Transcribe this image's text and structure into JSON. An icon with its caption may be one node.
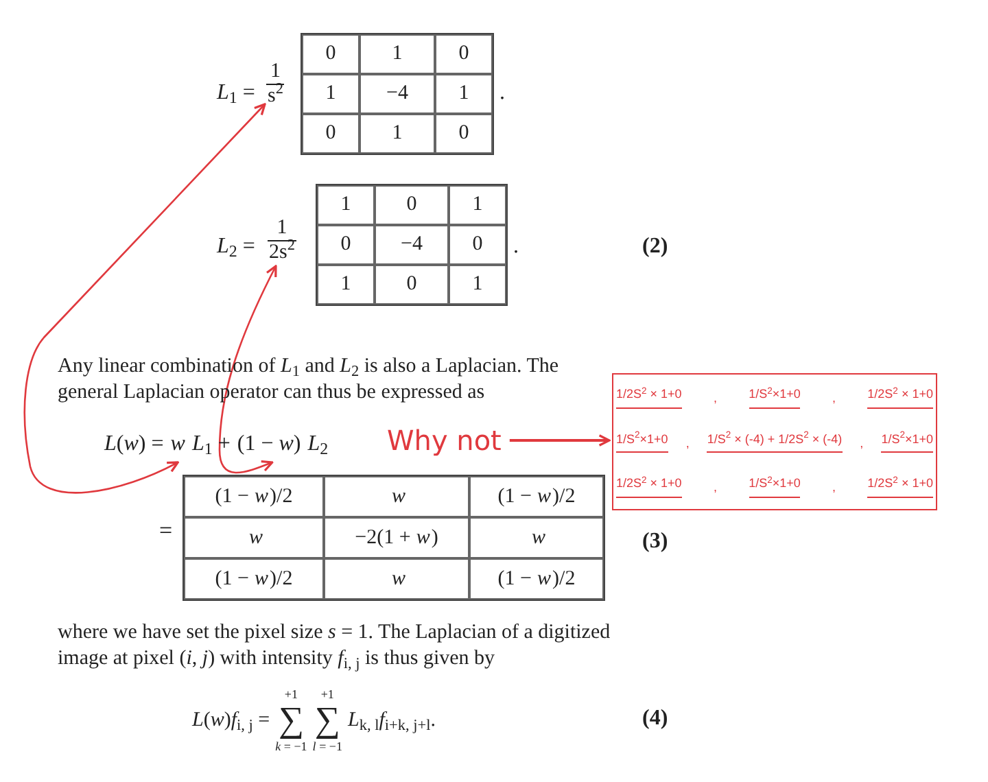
{
  "diagram": {
    "nodes": [
      {
        "text": [
          "1",
          "s$^{2}$"
        ]
      },
      {
        "text": [
          "1",
          "2s$^{2}$"
        ]
      },
      {
        "text": [
          "*w*"
        ]
      },
      {
        "text": [
          "(1 − *w*)"
        ]
      },
      {
        "text": [
          "Why not"
        ]
      },
      {
        "text": [
          "1/2S$^{2}$ × 1+0",
          "1/S$^{2}$×1+0",
          "1/2S$^{2}$ × 1+0",
          "1/S$^{2}$×1+0",
          "1/S$^{2}$ × (-4) + 1/2S$^{2}$ × (-4)",
          "1/S$^{2}$×1+0",
          "1/2S$^{2}$ × 1+0",
          "1/S$^{2}$×1+0",
          "1/2S$^{2}$ × 1+0"
        ]
      }
    ],
    "edges": [
      {
        "from": 2,
        "to": 0,
        "arrow": "both"
      },
      {
        "from": 3,
        "to": 1,
        "arrow": "both"
      },
      {
        "from": 4,
        "to": 5,
        "arrow": "to"
      }
    ],
    "labels": [
      "*L*$_{1}$ =",
      "0",
      "1",
      "0",
      "1",
      "−4",
      "1",
      "0",
      "1",
      "0",
      ".",
      "*L*$_{2}$ =",
      "1",
      "0",
      "1",
      "0",
      "−4",
      "0",
      "1",
      "0",
      "1",
      ".",
      "(2)",
      "Any linear combination of *L*$_{1}$ and *L*$_{2}$ is also a Laplacian. The general Laplacian operator can thus be expressed as",
      "*L*(*w*) =",
      "*L*$_{1}$ +",
      "*L*$_{2}$",
      "=",
      "(1 − *w*)/2",
      "*w*",
      "(1 − *w*)/2",
      "*w*",
      "−2(1 + *w*)",
      "*w*",
      "(1 − *w*)/2",
      "*w*",
      "(1 − *w*)/2",
      "(3)",
      ",",
      ",",
      ",",
      ",",
      ",",
      ",",
      "where we have set the pixel size *s* = 1. The Laplacian of a digitized image at pixel (*i*, *j*) with intensity *f*$_{i, j}$ is thus given by",
      "*L*(*w*)*f*$_{i, j}$ =",
      "+1",
      "∑",
      "*k* = −1",
      "+1",
      "∑",
      "*l* = −1",
      "*L*$_{k, l}$*f*$_{i+k, j+l}$.",
      "(4)"
    ]
  }
}
